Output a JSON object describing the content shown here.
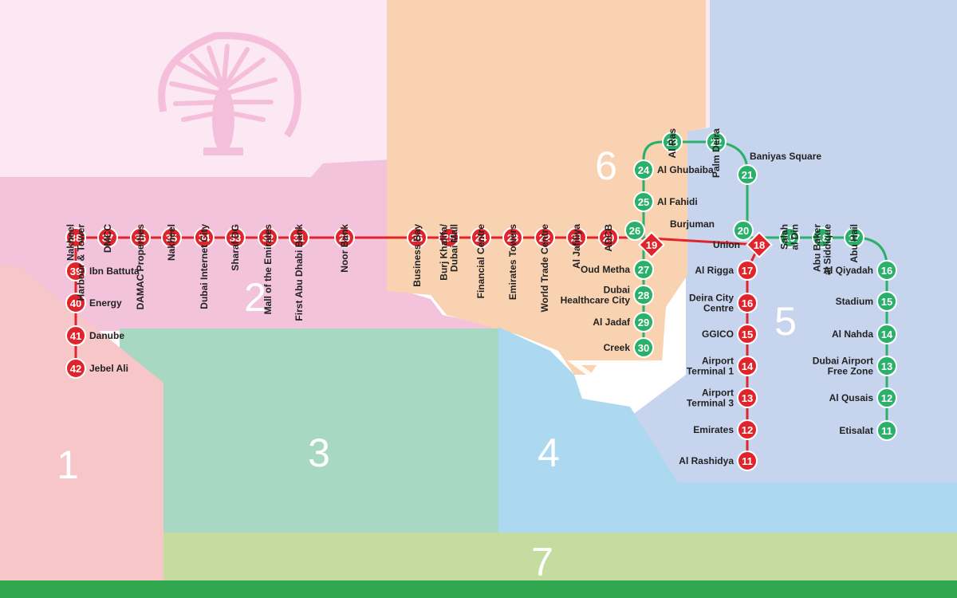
{
  "colors": {
    "red_line": "#e0242b",
    "green_line": "#2bb06b",
    "zone1": "#f7c6c8",
    "zone2": "#f3c3dc",
    "zone3": "#a9d8c2",
    "zone4": "#acd9ef",
    "zone5": "#c7d4ee",
    "zone6": "#f8d2b1",
    "zone7": "#c4dca0",
    "top_band": "#fbe8f2",
    "bottom_bar": "#31a84f"
  },
  "icons": {
    "landmark": "palm-island-icon"
  },
  "zones": [
    {
      "id": "z1",
      "label": "1"
    },
    {
      "id": "z2",
      "label": "2"
    },
    {
      "id": "z3",
      "label": "3"
    },
    {
      "id": "z4",
      "label": "4"
    },
    {
      "id": "z5",
      "label": "5"
    },
    {
      "id": "z6",
      "label": "6"
    },
    {
      "id": "z7",
      "label": "7"
    }
  ],
  "red_stations": [
    {
      "num": "42",
      "name": [
        "Jebel Ali"
      ]
    },
    {
      "num": "41",
      "name": [
        "Danube"
      ]
    },
    {
      "num": "40",
      "name": [
        "Energy"
      ]
    },
    {
      "num": "39",
      "name": [
        "Ibn Battuta"
      ]
    },
    {
      "num": "38",
      "name": [
        "Nakheel",
        "Harbour & Tower"
      ]
    },
    {
      "num": "37",
      "name": [
        "DMCC"
      ]
    },
    {
      "num": "36",
      "name": [
        "DAMAC Properties"
      ]
    },
    {
      "num": "35",
      "name": [
        "Nakheel"
      ]
    },
    {
      "num": "34",
      "name": [
        "Dubai Internet City"
      ]
    },
    {
      "num": "33",
      "name": [
        "Sharaf DG"
      ]
    },
    {
      "num": "32",
      "name": [
        "Mall of the Emirates"
      ]
    },
    {
      "num": "31",
      "name": [
        "First Abu Dhabi Bank"
      ]
    },
    {
      "num": "29",
      "name": [
        "Noor Bank"
      ]
    },
    {
      "num": "26",
      "name": [
        "Business Bay"
      ]
    },
    {
      "num": "25",
      "name": [
        "Burj Khalifa/",
        "Dubai Mall"
      ]
    },
    {
      "num": "24",
      "name": [
        "Financial Centre"
      ]
    },
    {
      "num": "23",
      "name": [
        "Emirates Towers"
      ]
    },
    {
      "num": "22",
      "name": [
        "World Trade Centre"
      ]
    },
    {
      "num": "21",
      "name": [
        "Al Jafiliya"
      ]
    },
    {
      "num": "20",
      "name": [
        "ADCB"
      ]
    },
    {
      "num": "19",
      "name": [
        "Burjuman"
      ]
    },
    {
      "num": "18",
      "name": [
        "Union"
      ]
    },
    {
      "num": "17",
      "name": [
        "Al Rigga"
      ]
    },
    {
      "num": "16",
      "name": [
        "Deira City",
        "Centre"
      ]
    },
    {
      "num": "15",
      "name": [
        "GGICO"
      ]
    },
    {
      "num": "14",
      "name": [
        "Airport",
        "Terminal 1"
      ]
    },
    {
      "num": "13",
      "name": [
        "Airport",
        "Terminal 3"
      ]
    },
    {
      "num": "12",
      "name": [
        "Emirates"
      ]
    },
    {
      "num": "11",
      "name": [
        "Al Rashidya"
      ]
    }
  ],
  "green_stations": [
    {
      "num": "30",
      "name": [
        "Creek"
      ]
    },
    {
      "num": "29",
      "name": [
        "Al Jadaf"
      ]
    },
    {
      "num": "28",
      "name": [
        "Dubai",
        "Healthcare City"
      ]
    },
    {
      "num": "27",
      "name": [
        "Oud Metha"
      ]
    },
    {
      "num": "26",
      "name": []
    },
    {
      "num": "25",
      "name": [
        "Al Fahidi"
      ]
    },
    {
      "num": "24",
      "name": [
        "Al Ghubaiba"
      ]
    },
    {
      "num": "23",
      "name": [
        "Al Ras"
      ]
    },
    {
      "num": "22",
      "name": [
        "Palm Deira"
      ]
    },
    {
      "num": "21",
      "name": [
        "Baniyas Square"
      ]
    },
    {
      "num": "20",
      "name": []
    },
    {
      "num": "19",
      "name": [
        "Salah",
        "al Din"
      ]
    },
    {
      "num": "18",
      "name": [
        "Abu Baker",
        "al Siddique"
      ]
    },
    {
      "num": "17",
      "name": [
        "Abu Hail"
      ]
    },
    {
      "num": "16",
      "name": [
        "Al Qiyadah"
      ]
    },
    {
      "num": "15",
      "name": [
        "Stadium"
      ]
    },
    {
      "num": "14",
      "name": [
        "Al Nahda"
      ]
    },
    {
      "num": "13",
      "name": [
        "Dubai Airport",
        "Free Zone"
      ]
    },
    {
      "num": "12",
      "name": [
        "Al Qusais"
      ]
    },
    {
      "num": "11",
      "name": [
        "Etisalat"
      ]
    }
  ]
}
